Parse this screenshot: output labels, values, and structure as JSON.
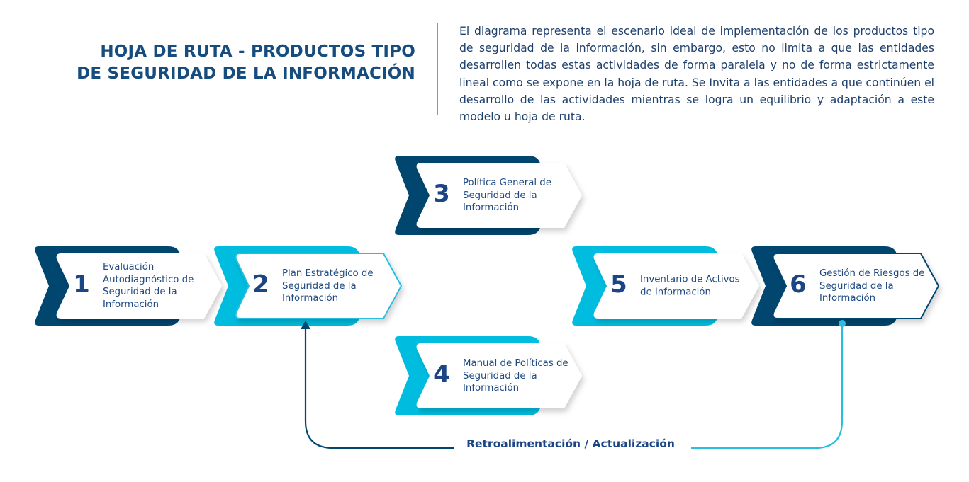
{
  "header": {
    "title_line1": "HOJA DE RUTA - PRODUCTOS TIPO",
    "title_line2": "DE SEGURIDAD DE LA INFORMACIÓN",
    "description": "El diagrama representa el escenario ideal de implementación de los productos tipo de seguridad de la información, sin embargo, esto no limita a que las entidades desarrollen todas estas actividades de forma paralela y no de forma estrictamente lineal como se expone en la hoja de ruta. Se Invita a las entidades a que continúen el desarrollo de las actividades mientras se logra un equilibrio y adaptación a este modelo u hoja de ruta."
  },
  "steps": [
    {
      "number": "1",
      "label": "Evaluación Autodiagnóstico de Seguridad de la Información",
      "color": "#00466f"
    },
    {
      "number": "2",
      "label": "Plan Estratégico de Seguridad de la Información",
      "color": "#00bde0"
    },
    {
      "number": "3",
      "label": "Política General de Seguridad de la Información",
      "color": "#00466f"
    },
    {
      "number": "4",
      "label": "Manual de Políticas de Seguridad de la Información",
      "color": "#00bde0"
    },
    {
      "number": "5",
      "label": "Inventario de Activos de Información",
      "color": "#00bde0"
    },
    {
      "number": "6",
      "label": "Gestión de Riesgos de Seguridad de la Información",
      "color": "#00466f"
    }
  ],
  "feedback_label": "Retroalimentación / Actualización",
  "colors": {
    "navy": "#00466f",
    "cyan": "#00bde0",
    "text": "#1b4585"
  }
}
